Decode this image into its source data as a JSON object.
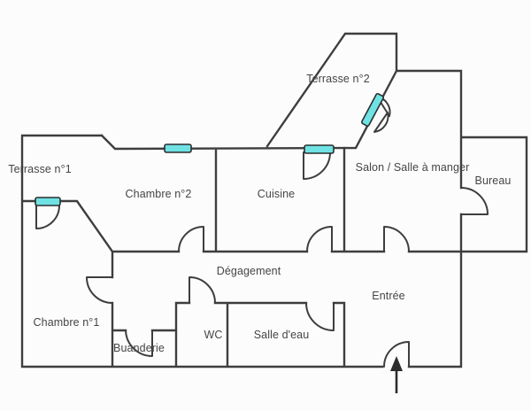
{
  "title": "Floor plan",
  "colors": {
    "background": "#fcfcfc",
    "wall": "#3e3e3e",
    "window_fill": "#6fe2e4",
    "window_border": "#2d2d2d",
    "text": "#454545"
  },
  "rooms": {
    "terrasse1": {
      "label": "Terrasse n°1"
    },
    "terrasse2": {
      "label": "Terrasse n°2"
    },
    "chambre2": {
      "label": "Chambre n°2"
    },
    "cuisine": {
      "label": "Cuisine"
    },
    "salon": {
      "label": "Salon / Salle à manger"
    },
    "bureau": {
      "label": "Bureau"
    },
    "chambre1": {
      "label": "Chambre n°1"
    },
    "degagement": {
      "label": "Dégagement"
    },
    "entree": {
      "label": "Entrée"
    },
    "buanderie": {
      "label": "Buanderie"
    },
    "wc": {
      "label": "WC"
    },
    "salle_deau": {
      "label": "Salle d'eau"
    }
  },
  "elements": {
    "windows": [
      "window-terrasse-1",
      "window-chambre-2",
      "window-cuisine",
      "window-terrasse-2-diagonal"
    ],
    "doors": [
      "door-terrasse-1-to-chambre-1",
      "door-cuisine-to-terrasse-2",
      "double-door-salon-to-terrasse-2",
      "door-chambre-2",
      "door-cuisine",
      "door-salon",
      "door-bureau",
      "door-chambre-1",
      "door-wc",
      "door-buanderie",
      "door-salle-deau",
      "door-main-entrance"
    ],
    "entrance_arrow": "entrance-arrow"
  }
}
